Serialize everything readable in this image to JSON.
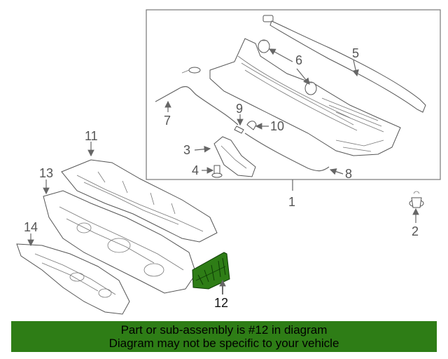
{
  "callouts": {
    "c1": "1",
    "c2": "2",
    "c3": "3",
    "c4": "4",
    "c5": "5",
    "c6": "6",
    "c7": "7",
    "c8": "8",
    "c9": "9",
    "c10": "10",
    "c11": "11",
    "c12": "12",
    "c13": "13",
    "c14": "14"
  },
  "banner": {
    "line1": "Part or sub-assembly is #12 in diagram",
    "line2": "Diagram may not be specific to your vehicle"
  },
  "colors": {
    "highlight": "#2e7d16",
    "banner": "#2e7d16"
  }
}
